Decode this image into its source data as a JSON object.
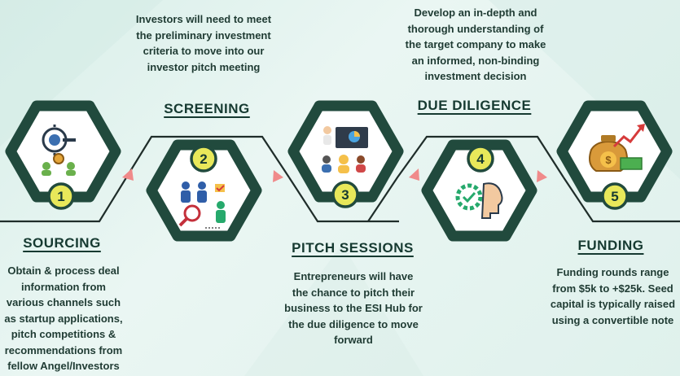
{
  "colors": {
    "hexagon_border": "#214a3d",
    "badge_fill": "#e8e85a",
    "arrow": "#f08a8a",
    "background": "#e3f3ef",
    "text": "#1f3b33"
  },
  "steps": [
    {
      "number": "1",
      "title": "SOURCING",
      "icon": "search-network-icon",
      "description": [
        "Obtain & process deal",
        "information from",
        "various channels such",
        "as startup applications,",
        "pitch competitions &",
        "recommendations from",
        "fellow Angel/Investors"
      ]
    },
    {
      "number": "2",
      "title": "SCREENING",
      "icon": "candidate-screening-icon",
      "description": [
        "Investors will need to meet",
        "the preliminary investment",
        "criteria to move into our",
        "investor pitch meeting"
      ]
    },
    {
      "number": "3",
      "title": "PITCH SESSIONS",
      "icon": "presentation-audience-icon",
      "description": [
        "Entrepreneurs will have",
        "the chance to pitch their",
        "business to the ESI Hub for",
        "the due diligence to move",
        "forward"
      ]
    },
    {
      "number": "4",
      "title": "DUE DILIGENCE",
      "icon": "head-gear-check-icon",
      "description": [
        "Develop an in-depth and",
        "thorough understanding of",
        "the target company to make",
        "an informed, non-binding",
        "investment decision"
      ]
    },
    {
      "number": "5",
      "title": "FUNDING",
      "icon": "money-growth-icon",
      "description": [
        "Funding rounds range",
        "from $5k to +$25k. Seed",
        "capital is typically raised",
        "using a convertible note"
      ]
    }
  ]
}
